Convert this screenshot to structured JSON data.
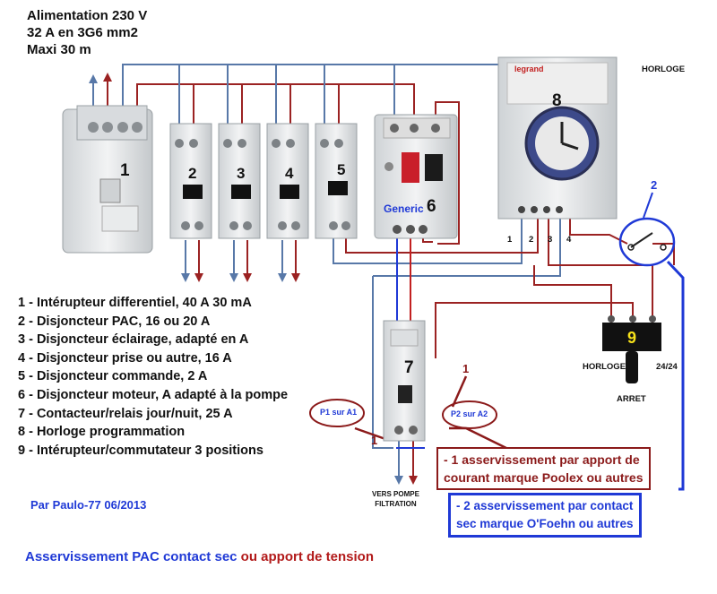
{
  "supply": {
    "line1": "Alimentation 230 V",
    "line2": "32 A en 3G6 mm2",
    "line3": "Maxi 30 m"
  },
  "modules": {
    "m1": "1",
    "m2": "2",
    "m3": "3",
    "m4": "4",
    "m5": "5",
    "m6": "6",
    "m6_brand": "Generic",
    "m7": "7",
    "m8": "8",
    "m9": "9"
  },
  "labels": {
    "horloge_top": "HORLOGE",
    "clock_brand": "legrand",
    "clock_term1": "1",
    "clock_term2": "2",
    "clock_term3": "3",
    "clock_term4": "4",
    "switch_num": "2",
    "knob_horloge": "HORLOGE",
    "knob_2424": "24/24",
    "knob_arret": "ARRET",
    "p1": "P1 sur A1",
    "p1_num": "1",
    "p2": "P2 sur A2",
    "p2_num": "1",
    "vers_pompe_1": "VERS POMPE",
    "vers_pompe_2": "FILTRATION"
  },
  "legend": [
    "1 - Intérupteur differentiel, 40 A 30 mA",
    "2 - Disjoncteur PAC, 16 ou 20 A",
    "3 - Disjoncteur éclairage, adapté en A",
    "4 - Disjoncteur prise ou autre, 16 A",
    "5 - Disjoncteur commande, 2 A",
    "6 - Disjoncteur moteur, A adapté à la pompe",
    "7 - Contacteur/relais jour/nuit, 25 A",
    "8 - Horloge programmation",
    "9 - Intérupteur/commutateur 3 positions"
  ],
  "note_red": {
    "line1": "- 1 asservissement par apport de",
    "line2": "courant marque Poolex ou autres"
  },
  "note_blue": {
    "line1": "- 2 asservissement par contact",
    "line2": "sec marque O'Foehn ou autres"
  },
  "author": "Par Paulo-77 06/2013",
  "footer": {
    "part1": "Asservissement PAC contact sec",
    "part2": "ou apport de tension"
  },
  "colors": {
    "wire_red": "#9b2222",
    "wire_blue": "#5878a8",
    "accent_blue": "#1f39d6",
    "accent_red": "#8b1a1a"
  }
}
